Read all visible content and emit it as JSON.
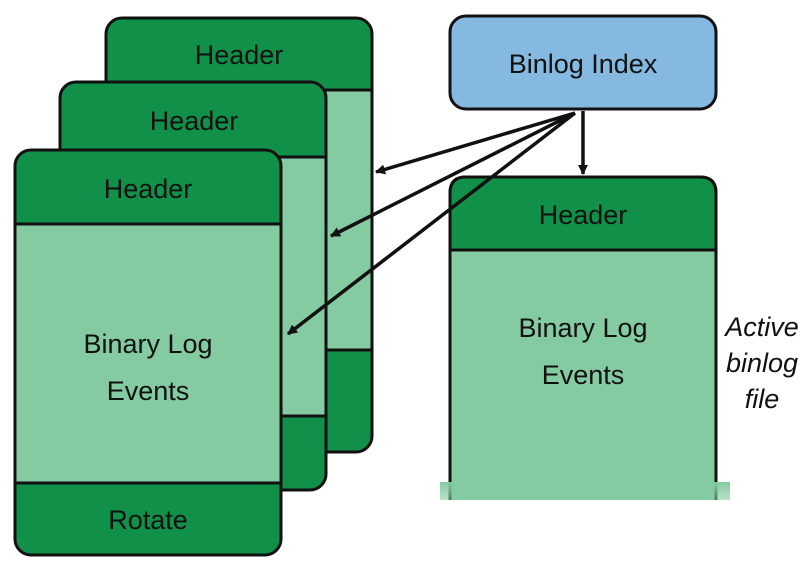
{
  "colors": {
    "dark_green": "#119049",
    "light_green": "#85cba2",
    "index_blue": "#86b9e0",
    "stroke": "#111111"
  },
  "binlog_index": {
    "label": "Binlog Index"
  },
  "stacked_files": [
    {
      "header": "Header"
    },
    {
      "header": "Header"
    },
    {
      "header": "Header",
      "body": [
        "Binary Log",
        "Events"
      ],
      "footer": "Rotate"
    }
  ],
  "active_file": {
    "header": "Header",
    "body": [
      "Binary Log",
      "Events"
    ],
    "caption": [
      "Active",
      "binlog",
      "file"
    ]
  }
}
